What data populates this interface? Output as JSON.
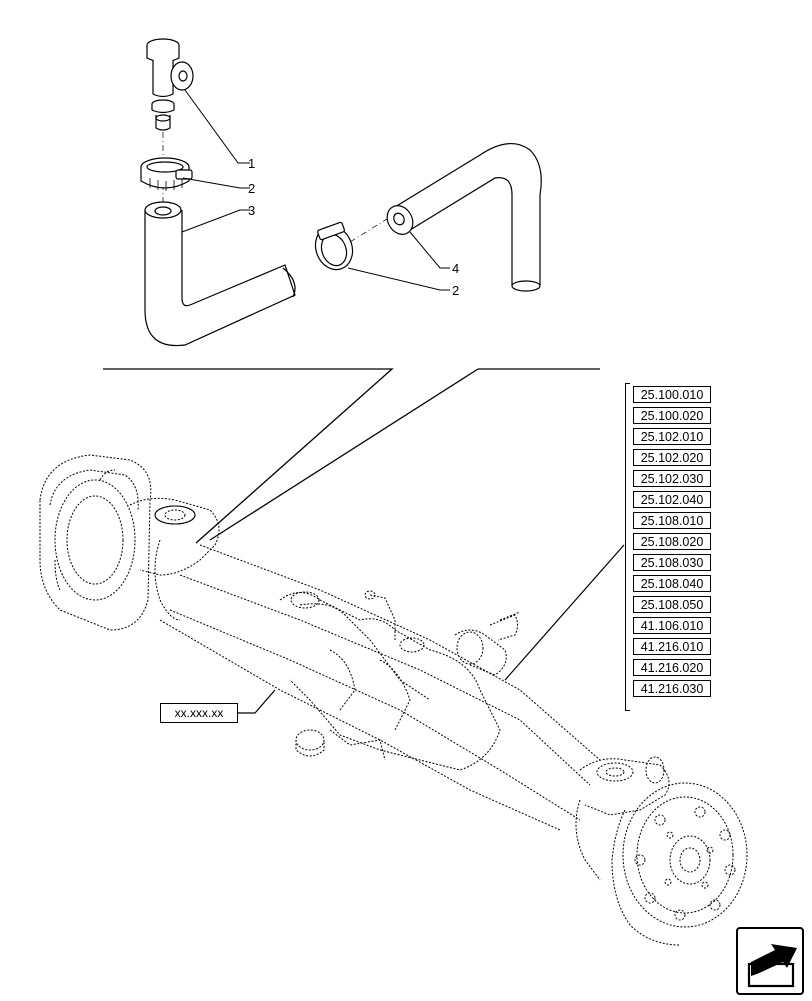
{
  "callouts": {
    "c1": "1",
    "c2a": "2",
    "c3": "3",
    "c4": "4",
    "c2b": "2"
  },
  "references": [
    "25.100.010",
    "25.100.020",
    "25.102.010",
    "25.102.020",
    "25.102.030",
    "25.102.040",
    "25.108.010",
    "25.108.020",
    "25.108.030",
    "25.108.040",
    "25.108.050",
    "41.106.010",
    "41.216.010",
    "41.216.020",
    "41.216.030"
  ],
  "placeholder_ref": "xx.xxx.xx",
  "nav": {
    "icon": "next-page-arrow-icon"
  },
  "colors": {
    "line": "#000000",
    "background": "#ffffff"
  }
}
